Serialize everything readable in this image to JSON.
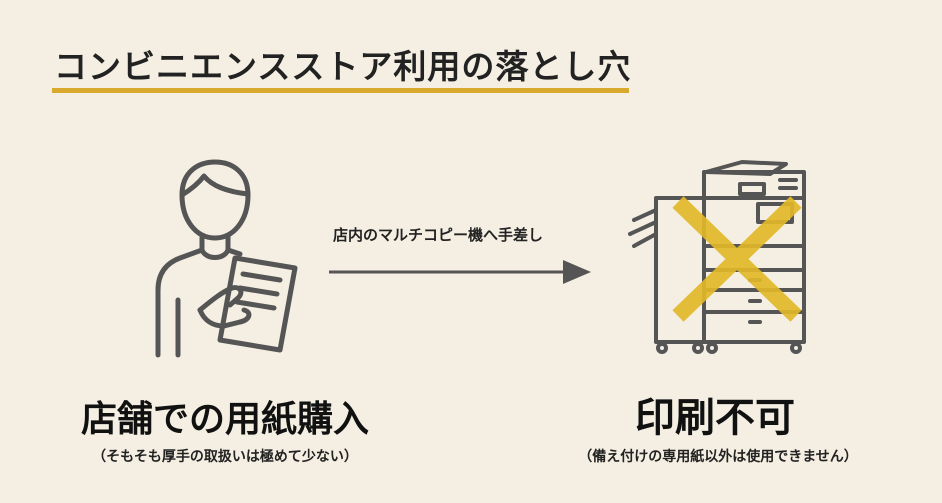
{
  "title": "コンビニエンスストア利用の落とし穴",
  "left": {
    "heading": "店舗での用紙購入",
    "note": "（そもそも厚手の取扱いは極めて少ない）"
  },
  "arrow": {
    "label": "店内のマルチコピー機へ手差し"
  },
  "right": {
    "heading": "印刷不可",
    "note": "（備え付けの専用紙以外は使用できません）"
  },
  "colors": {
    "background": "#f4efe2",
    "accent": "#d8a92c",
    "icon": "#555555",
    "cross": "#e2b82a"
  },
  "icons": {
    "left": "person-holding-paper-icon",
    "right": "copy-machine-icon",
    "mark": "cross-mark-icon"
  }
}
